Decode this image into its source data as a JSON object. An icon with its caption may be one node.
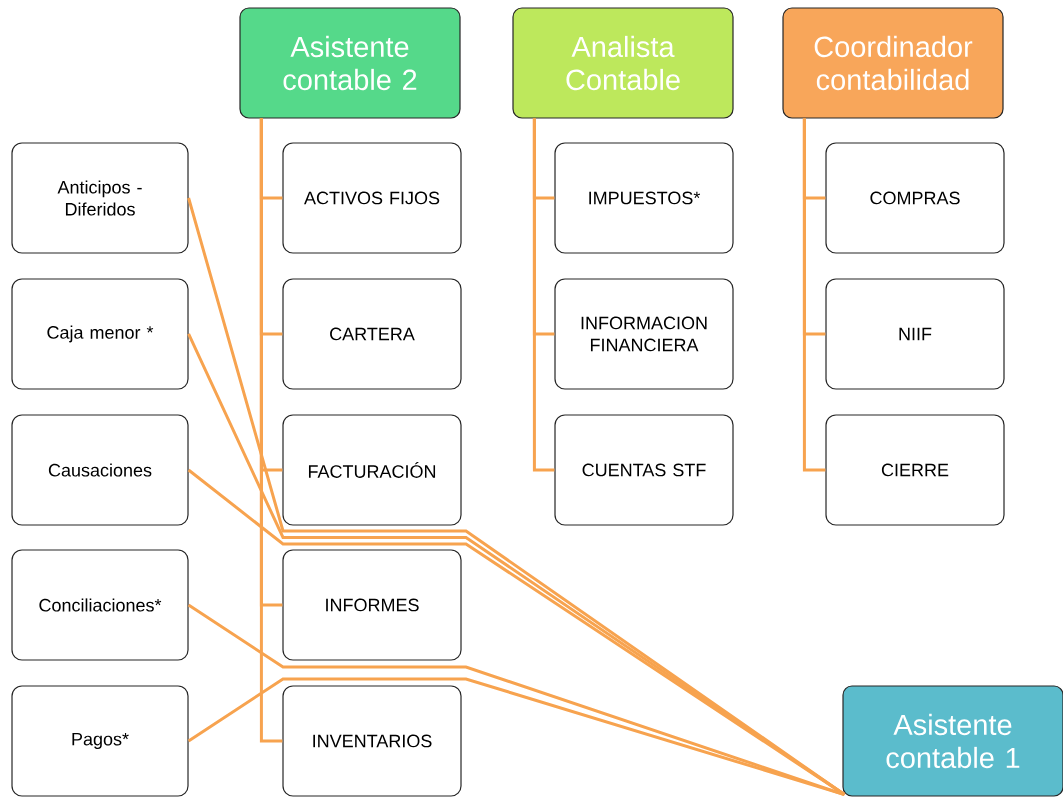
{
  "diagram": {
    "nodes": [
      {
        "text": [
          "Asistente contable 2"
        ]
      },
      {
        "text": [
          "Analista Contable"
        ]
      },
      {
        "text": [
          "Coordinador contabilidad"
        ]
      },
      {
        "text": [
          "Anticipos - Diferidos"
        ]
      },
      {
        "text": [
          "Caja menor *"
        ]
      },
      {
        "text": [
          "Causaciones"
        ]
      },
      {
        "text": [
          "Conciliaciones*"
        ]
      },
      {
        "text": [
          "Pagos*"
        ]
      },
      {
        "text": [
          "ACTIVOS FIJOS"
        ]
      },
      {
        "text": [
          "CARTERA"
        ]
      },
      {
        "text": [
          "FACTURACIÓN"
        ]
      },
      {
        "text": [
          "INFORMES"
        ]
      },
      {
        "text": [
          "INVENTARIOS"
        ]
      },
      {
        "text": [
          "IMPUESTOS*"
        ]
      },
      {
        "text": [
          "INFORMACION FINANCIERA"
        ]
      },
      {
        "text": [
          "CUENTAS STF"
        ]
      },
      {
        "text": [
          "COMPRAS"
        ]
      },
      {
        "text": [
          "NIIF"
        ]
      },
      {
        "text": [
          "CIERRE"
        ]
      },
      {
        "text": [
          "Asistente contable 1"
        ]
      }
    ],
    "edges": [
      {
        "from": 0,
        "to": 8,
        "arrow": "none"
      },
      {
        "from": 0,
        "to": 9,
        "arrow": "none"
      },
      {
        "from": 0,
        "to": 10,
        "arrow": "none"
      },
      {
        "from": 0,
        "to": 11,
        "arrow": "none"
      },
      {
        "from": 0,
        "to": 12,
        "arrow": "none"
      },
      {
        "from": 1,
        "to": 13,
        "arrow": "none"
      },
      {
        "from": 1,
        "to": 14,
        "arrow": "none"
      },
      {
        "from": 1,
        "to": 15,
        "arrow": "none"
      },
      {
        "from": 2,
        "to": 16,
        "arrow": "none"
      },
      {
        "from": 2,
        "to": 17,
        "arrow": "none"
      },
      {
        "from": 2,
        "to": 18,
        "arrow": "none"
      },
      {
        "from": 3,
        "to": 19,
        "arrow": "none"
      },
      {
        "from": 4,
        "to": 19,
        "arrow": "none"
      },
      {
        "from": 5,
        "to": 19,
        "arrow": "none"
      },
      {
        "from": 6,
        "to": 19,
        "arrow": "none"
      },
      {
        "from": 7,
        "to": 19,
        "arrow": "none"
      }
    ]
  }
}
